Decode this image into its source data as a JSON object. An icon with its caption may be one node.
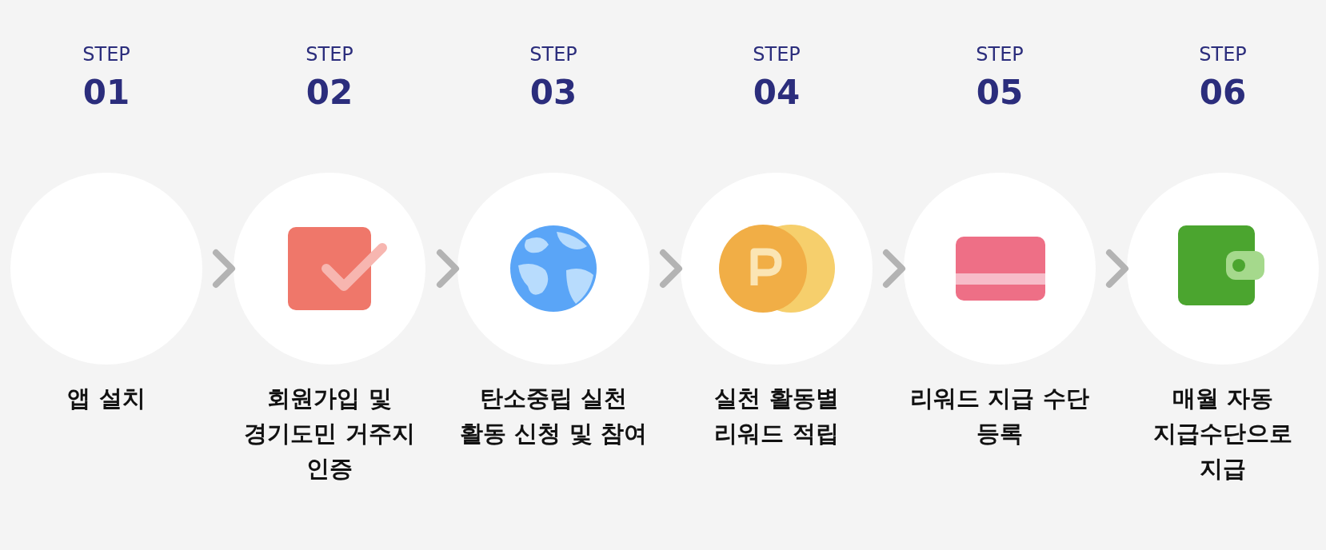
{
  "diagram": {
    "nodes": [
      {
        "text": [],
        "shape": "circle",
        "beside": [
          "앱 설치"
        ]
      },
      {
        "text": [],
        "shape": "circle",
        "beside": [
          "회원가입 및 경기도민 거주지 인증"
        ]
      },
      {
        "text": [],
        "shape": "circle",
        "beside": [
          "탄소중립 실천 활동 신청 및 참여"
        ]
      },
      {
        "text": [],
        "shape": "circle",
        "beside": [
          "실천 활동별 리워드 적립"
        ]
      },
      {
        "text": [],
        "shape": "circle",
        "beside": [
          "리워드 지급 수단 등록"
        ]
      },
      {
        "text": [],
        "shape": "circle",
        "beside": [
          "매월 자동 지급수단으로 지급"
        ]
      }
    ],
    "edges": [
      {
        "from": 0,
        "to": 1,
        "arrow": "to"
      },
      {
        "from": 1,
        "to": 2,
        "arrow": "to"
      },
      {
        "from": 2,
        "to": 3,
        "arrow": "to"
      },
      {
        "from": 3,
        "to": 4,
        "arrow": "to"
      },
      {
        "from": 4,
        "to": 5,
        "arrow": "to"
      }
    ],
    "labels": [
      "STEP",
      "01",
      "STEP",
      "02",
      "STEP",
      "03",
      "STEP",
      "04",
      "STEP",
      "05",
      "STEP",
      "06"
    ]
  }
}
